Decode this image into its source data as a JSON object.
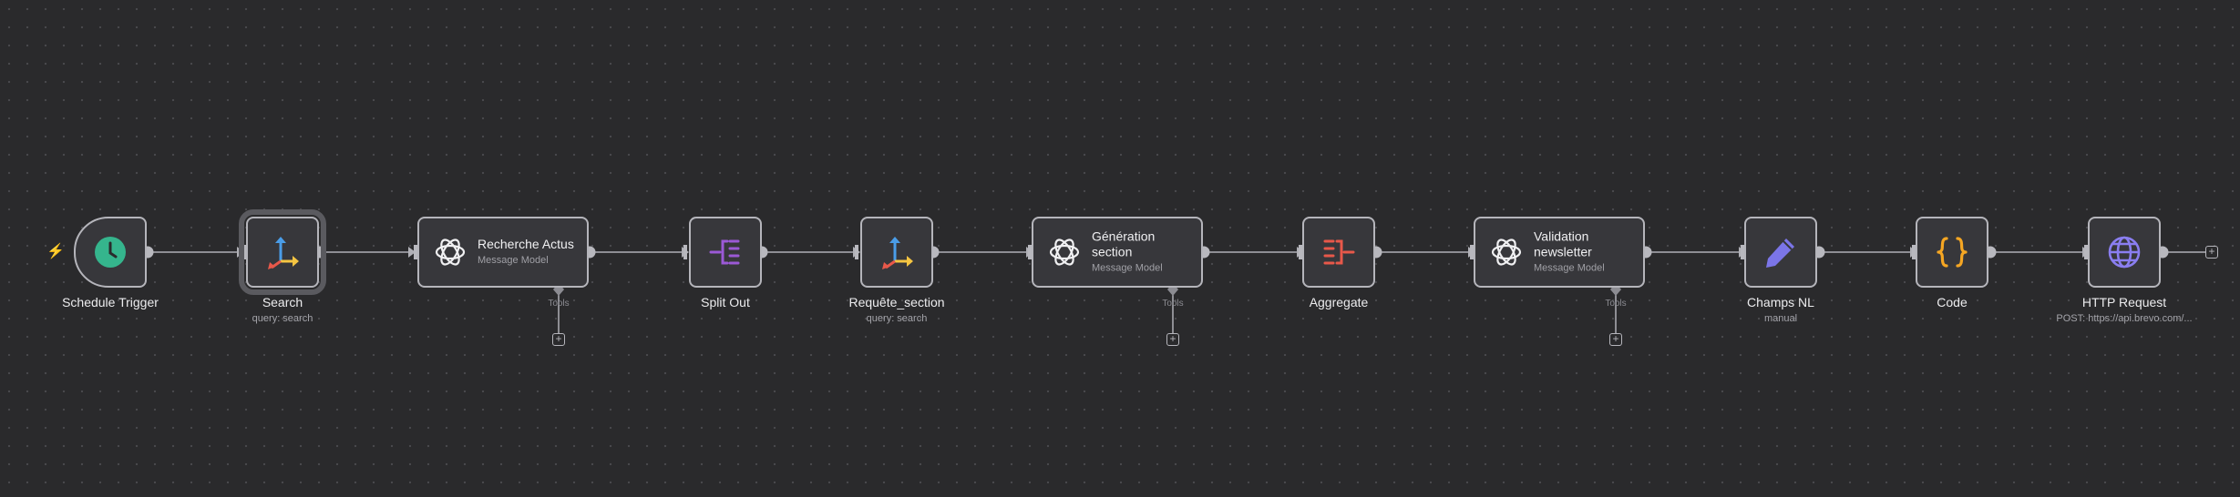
{
  "nodes": [
    {
      "id": "schedule-trigger",
      "label": "Schedule Trigger",
      "icon": "clock-icon"
    },
    {
      "id": "search",
      "label": "Search",
      "sub": "query: search",
      "icon": "branch-arrows-icon"
    },
    {
      "id": "recherche-actus",
      "title": "Recherche Actus",
      "subtitle": "Message Model",
      "icon": "openai-icon",
      "tools_label": "Tools"
    },
    {
      "id": "split-out",
      "label": "Split Out",
      "icon": "split-out-icon"
    },
    {
      "id": "requete-section",
      "label": "Requête_section",
      "sub": "query: search",
      "icon": "branch-arrows-icon"
    },
    {
      "id": "generation-section",
      "title": "Génération section",
      "subtitle": "Message Model",
      "icon": "openai-icon",
      "tools_label": "Tools"
    },
    {
      "id": "aggregate",
      "label": "Aggregate",
      "icon": "aggregate-icon"
    },
    {
      "id": "validation-newsletter",
      "title": "Validation newsletter",
      "subtitle": "Message Model",
      "icon": "openai-icon",
      "tools_label": "Tools"
    },
    {
      "id": "champs-nl",
      "label": "Champs NL",
      "sub": "manual",
      "icon": "pencil-icon"
    },
    {
      "id": "code",
      "label": "Code",
      "icon": "code-braces-icon"
    },
    {
      "id": "http-request",
      "label": "HTTP Request",
      "sub": "POST: https://api.brevo.com/...",
      "icon": "globe-icon"
    }
  ],
  "colors": {
    "canvas": "#2a2a2c",
    "node_bg": "#37373b",
    "node_border": "#b5b5bb",
    "trigger_green": "#35b58d",
    "split_purple": "#9b59d6",
    "aggregate_red": "#e8584a",
    "pencil_purple": "#7b75e8",
    "code_orange": "#f5a623",
    "globe_purple": "#8a7ef0"
  }
}
